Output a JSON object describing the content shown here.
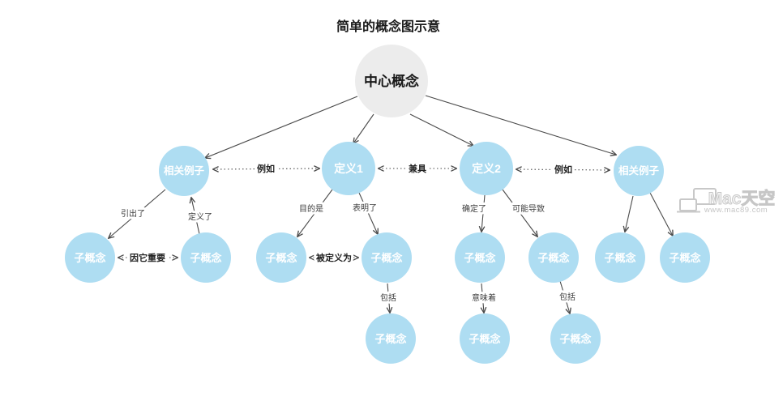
{
  "title": "简单的概念图示意",
  "watermark": {
    "brand": "Mac天空",
    "url": "www.mac89.com"
  },
  "colors": {
    "node_blue": "#aeddf2",
    "node_gray": "#ececec",
    "edge": "#4a4a4a",
    "watermark": "#c8c8c8"
  },
  "nodes": [
    {
      "id": "central",
      "label": "中心概念"
    },
    {
      "id": "related-left",
      "label": "相关例子"
    },
    {
      "id": "definition-1",
      "label": "定义1"
    },
    {
      "id": "definition-2",
      "label": "定义2"
    },
    {
      "id": "related-right",
      "label": "相关例子"
    },
    {
      "id": "sub-1",
      "label": "子概念"
    },
    {
      "id": "sub-2",
      "label": "子概念"
    },
    {
      "id": "sub-3",
      "label": "子概念"
    },
    {
      "id": "sub-4",
      "label": "子概念"
    },
    {
      "id": "sub-5",
      "label": "子概念"
    },
    {
      "id": "sub-6",
      "label": "子概念"
    },
    {
      "id": "sub-7",
      "label": "子概念"
    },
    {
      "id": "sub-8",
      "label": "子概念"
    },
    {
      "id": "sub-9",
      "label": "子概念"
    },
    {
      "id": "sub-10",
      "label": "子概念"
    },
    {
      "id": "sub-11",
      "label": "子概念"
    }
  ],
  "edge_labels": [
    {
      "id": "example-left",
      "label": "例如"
    },
    {
      "id": "combines",
      "label": "兼具"
    },
    {
      "id": "example-right",
      "label": "例如"
    },
    {
      "id": "leads-to",
      "label": "引出了"
    },
    {
      "id": "defines",
      "label": "定义了"
    },
    {
      "id": "purpose-is",
      "label": "目的是"
    },
    {
      "id": "indicates",
      "label": "表明了"
    },
    {
      "id": "determines",
      "label": "确定了"
    },
    {
      "id": "may-cause",
      "label": "可能导致"
    },
    {
      "id": "important-because",
      "label": "因它重要"
    },
    {
      "id": "defined-as",
      "label": "被定义为"
    },
    {
      "id": "includes-left",
      "label": "包括"
    },
    {
      "id": "means",
      "label": "意味着"
    },
    {
      "id": "includes-right",
      "label": "包括"
    }
  ]
}
